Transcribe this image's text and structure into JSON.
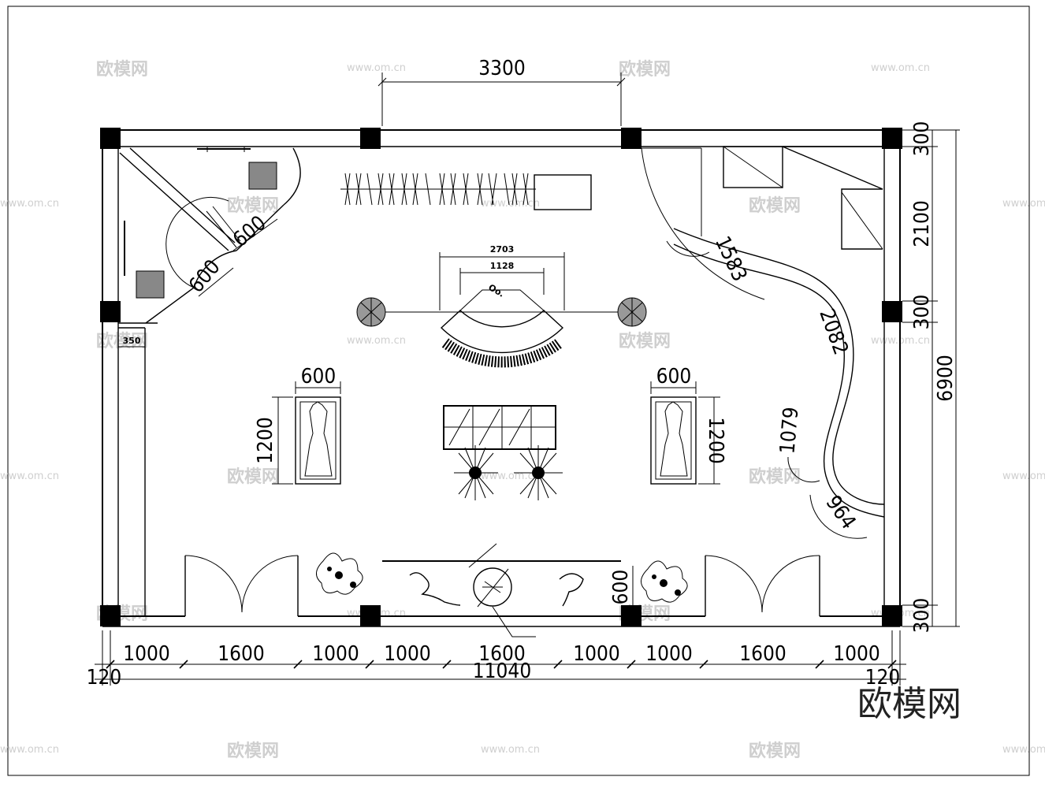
{
  "drawing": {
    "top_dims": {
      "span": "3300"
    },
    "right_dims": {
      "a": "300",
      "b": "2100",
      "c": "300",
      "total": "6900",
      "d": "300"
    },
    "left_dims": {
      "col": "350"
    },
    "fitting_room": {
      "w1": "600",
      "w2": "600"
    },
    "island": {
      "outer": "2703",
      "inner": "1128",
      "label": "Oo."
    },
    "mannequin_left": {
      "w": "600",
      "h": "1200"
    },
    "mannequin_right": {
      "w": "600",
      "h": "1200"
    },
    "curve_dims": {
      "a": "1583",
      "b": "2082",
      "c": "1079",
      "d": "964"
    },
    "window_dim": {
      "h": "600"
    },
    "bottom_dims": {
      "segments": [
        "1000",
        "1600",
        "1000",
        "1000",
        "1600",
        "1000",
        "1000",
        "1600",
        "1000"
      ],
      "left_edge": "120",
      "total": "11040",
      "right_edge": "120"
    }
  },
  "watermarks": {
    "brand": "欧模网",
    "url": "www.om.cn"
  },
  "logo": {
    "text": "欧模网"
  }
}
